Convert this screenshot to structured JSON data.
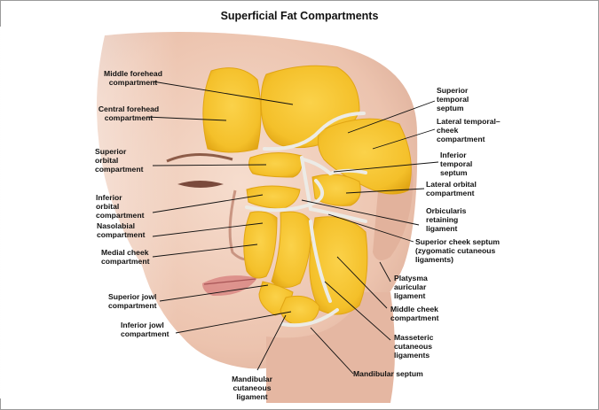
{
  "title": "Superficial Fat Compartments",
  "labels": {
    "middle_forehead": "Middle forehead\ncompartment",
    "central_forehead": "Central forehead\ncompartment",
    "superior_orbital": "Superior\norbital\ncompartment",
    "inferior_orbital": "Inferior\norbital\ncompartment",
    "nasolabial": "Nasolabial\ncompartment",
    "medial_cheek": "Medial cheek\ncompartment",
    "superior_jowl": "Superior jowl\ncompartment",
    "inferior_jowl": "Inferior jowl\ncompartment",
    "mandibular_cutaneous": "Mandibular\ncutaneous\nligament",
    "superior_temporal_septum": "Superior\ntemporal\nseptum",
    "lateral_temporal_cheek": "Lateral temporal–\ncheek\ncompartment",
    "inferior_temporal_septum": "Inferior\ntemporal\nseptum",
    "lateral_orbital": "Lateral orbital\ncompartment",
    "orbicularis_retaining": "Orbicularis\nretaining\nligament",
    "superior_cheek_septum": "Superior cheek septum\n(zygomatic cutaneous\nligaments)",
    "platysma_auricular": "Platysma\nauricular\nligament",
    "middle_cheek": "Middle cheek\ncompartment",
    "masseteric_cutaneous": "Masseteric\ncutaneous\nligaments",
    "mandibular_septum": "Mandibular septum"
  },
  "colors": {
    "fat": "#f7c52e",
    "fat_dark": "#e1a514",
    "septum": "#ecebe6",
    "skin": "#f0cdbb",
    "skin_shadow": "#d9a994",
    "lips": "#d98784",
    "leader": "#111111"
  }
}
